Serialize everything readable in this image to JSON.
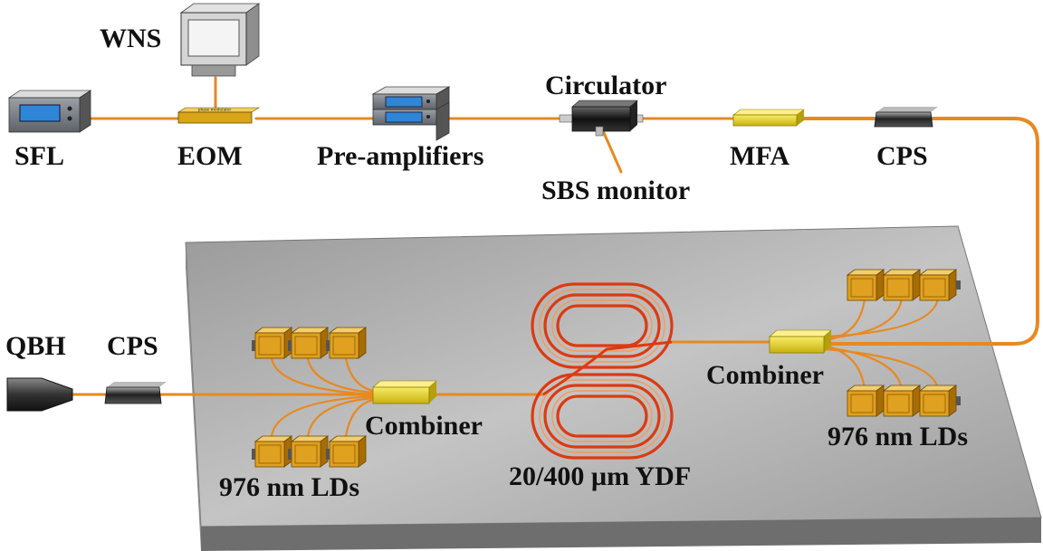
{
  "labels": {
    "wns": "WNS",
    "sfl": "SFL",
    "eom": "EOM",
    "eom_tag": "phase modulator",
    "pre_amplifiers": "Pre-amplifiers",
    "circulator": "Circulator",
    "sbs_monitor": "SBS monitor",
    "mfa": "MFA",
    "cps_top": "CPS",
    "qbh": "QBH",
    "cps_left": "CPS",
    "combiner_left": "Combiner",
    "combiner_right": "Combiner",
    "lds_left": "976 nm LDs",
    "lds_right": "976 nm LDs",
    "ydf": "20/400 µm YDF"
  },
  "colors": {
    "fiber": "#e8891f",
    "coil": "#dd3a10",
    "plate": "#b7b7b7",
    "combiner": "#e6d21a",
    "ld": "#e0a020",
    "display": "#2f86d6"
  }
}
